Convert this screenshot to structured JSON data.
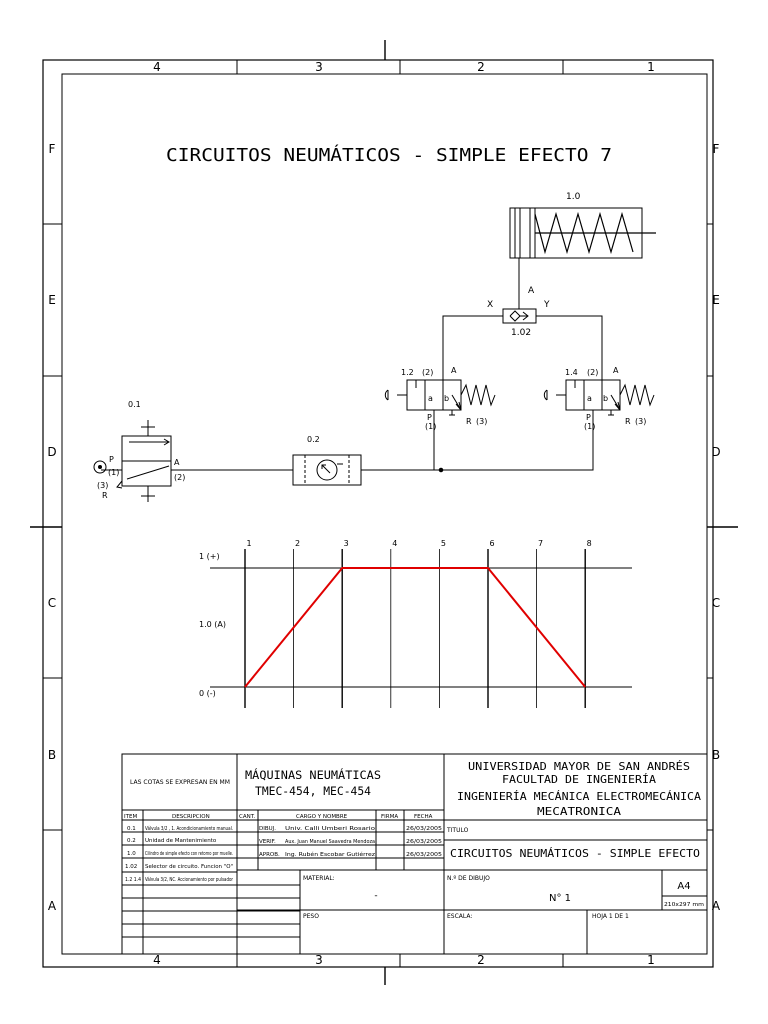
{
  "frame": {
    "columns": [
      "4",
      "3",
      "2",
      "1"
    ],
    "rows": [
      "F",
      "E",
      "D",
      "C",
      "B",
      "A"
    ]
  },
  "drawing_title": "CIRCUITOS NEUMÁTICOS - SIMPLE EFECTO 7",
  "circuit": {
    "cylinder_label": "1.0",
    "selector_label": "1.02",
    "selector_port_a": "A",
    "selector_port_x": "X",
    "selector_port_y": "Y",
    "valve_left": {
      "label": "1.2",
      "port_2": "(2)",
      "port_a": "A",
      "pos_a": "a",
      "pos_b": "b",
      "port_p": "P",
      "port_1": "(1)",
      "port_r": "R",
      "port_3": "(3)"
    },
    "valve_right": {
      "label": "1.4",
      "port_2": "(2)",
      "port_a": "A",
      "pos_a": "a",
      "pos_b": "b",
      "port_p": "P",
      "port_1": "(1)",
      "port_r": "R",
      "port_3": "(3)"
    },
    "valve_supply": {
      "label": "0.1",
      "port_p": "P",
      "port_1": "(1)",
      "port_3": "(3)",
      "port_r": "R",
      "port_a": "A",
      "port_2": "(2)"
    },
    "maintenance_label": "0.2"
  },
  "chart_data": {
    "type": "line",
    "steps": [
      "1",
      "2",
      "3",
      "4",
      "5",
      "6",
      "7",
      "8"
    ],
    "y_levels": [
      "1 (+)",
      "1.0 (A)",
      "0 (-)"
    ],
    "series": [
      {
        "x": [
          1,
          3,
          6,
          8
        ],
        "y": [
          0,
          1,
          1,
          0
        ]
      }
    ]
  },
  "title_block": {
    "note": "LAS COTAS SE EXPRESAN EN MM",
    "subject_line1": "MÁQUINAS NEUMÁTICAS",
    "subject_line2": "TMEC-454, MEC-454",
    "university": "UNIVERSIDAD MAYOR DE SAN ANDRÉS",
    "faculty": "FACULTAD DE INGENIERÍA",
    "career": "INGENIERÍA MECÁNICA ELECTROMECÁNICA",
    "specialty": "MECATRONICA",
    "headers": {
      "item": "ITEM",
      "description": "DESCRIPCION",
      "qty": "CANT.",
      "role_name": "CARGO Y NOMBRE",
      "signature": "FIRMA",
      "date": "FECHA"
    },
    "items": [
      {
        "item": "0.1",
        "description": "Válvula 3/2 , 1. Acondicionamiento manual."
      },
      {
        "item": "0.2",
        "description": "Unidad de Mantenimiento"
      },
      {
        "item": "1.0",
        "description": "Cilindro de simple efecto con retorno por muelle."
      },
      {
        "item": "1.02",
        "description": "Selector de circuito. Funcion \"O\""
      },
      {
        "item": "1.2 1.4",
        "description": "Válvula 3/2, NC. Accionamiento por pulsador"
      }
    ],
    "people": [
      {
        "role": "DIBUJ.",
        "name": "Univ. Calli Umberi Rosario",
        "date": "26/03/2005"
      },
      {
        "role": "VERIF.",
        "name": "Aux. Juan Manuel Saavedra Mendoza",
        "date": "26/03/2005"
      },
      {
        "role": "APROB.",
        "name": "Ing. Rubén Escobar Gutiérrez",
        "date": "26/03/2005"
      }
    ],
    "title_label": "TITULO",
    "title_value": "CIRCUITOS NEUMÁTICOS - SIMPLE EFECTO",
    "material_label": "MATERIAL:",
    "material_value": "-",
    "drawing_no_label": "N.º DE DIBUJO",
    "drawing_no_value": "N° 1",
    "size": "A4",
    "size_dims": "210x297 mm",
    "weight_label": "PESO",
    "scale_label": "ESCALA:",
    "sheet_label": "HOJA 1 DE 1"
  }
}
